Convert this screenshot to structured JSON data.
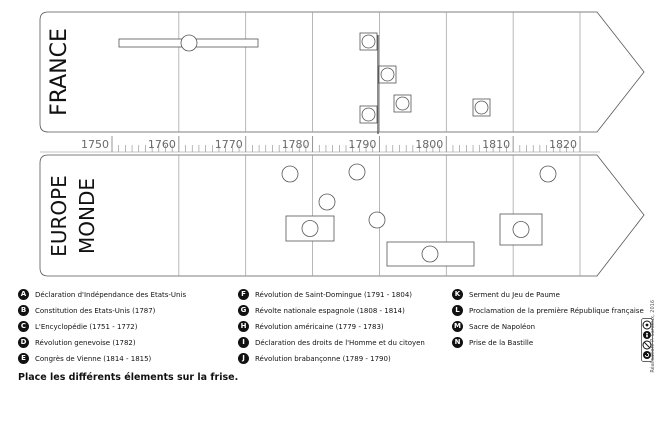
{
  "title_france": "FRANCE",
  "title_europe": "EUROPE",
  "title_monde": "MONDE",
  "years": [
    "1750",
    "1760",
    "1770",
    "1780",
    "1790",
    "1800",
    "1810",
    "1820"
  ],
  "legend": [
    {
      "letter": "A",
      "text": "Déclaration d'Indépendance des Etats-Unis"
    },
    {
      "letter": "B",
      "text": "Constitution des Etats-Unis (1787)"
    },
    {
      "letter": "C",
      "text": "L'Encyclopédie (1751 - 1772)"
    },
    {
      "letter": "D",
      "text": "Révolution genevoise (1782)"
    },
    {
      "letter": "E",
      "text": "Congrès de Vienne (1814 - 1815)"
    },
    {
      "letter": "F",
      "text": "Révolution de Saint-Domingue (1791 - 1804)"
    },
    {
      "letter": "G",
      "text": "Révolte nationale espagnole (1808 - 1814)"
    },
    {
      "letter": "H",
      "text": "Révolution américaine  (1779 - 1783)"
    },
    {
      "letter": "I",
      "text": "Déclaration des droits de l'Homme et du citoyen"
    },
    {
      "letter": "J",
      "text": "Révolution brabançonne (1789 - 1790)"
    },
    {
      "letter": "K",
      "text": "Serment du Jeu de Paume"
    },
    {
      "letter": "L",
      "text": "Proclamation de la première République française"
    },
    {
      "letter": "M",
      "text": "Sacre de Napoléon"
    },
    {
      "letter": "N",
      "text": "Prise de la Bastille"
    }
  ],
  "instruction": "Place les différents élements sur la frise.",
  "credit": "Réalisation: P. Santeux, 2016",
  "colors": {
    "stroke": "#555555",
    "divider": "#9a9a9a",
    "text": "#111111",
    "tick": "#8a8a8a",
    "band_fill": "#ffffff"
  },
  "icons": [
    "cc-icon",
    "by-icon",
    "nc-icon",
    "sa-icon"
  ]
}
